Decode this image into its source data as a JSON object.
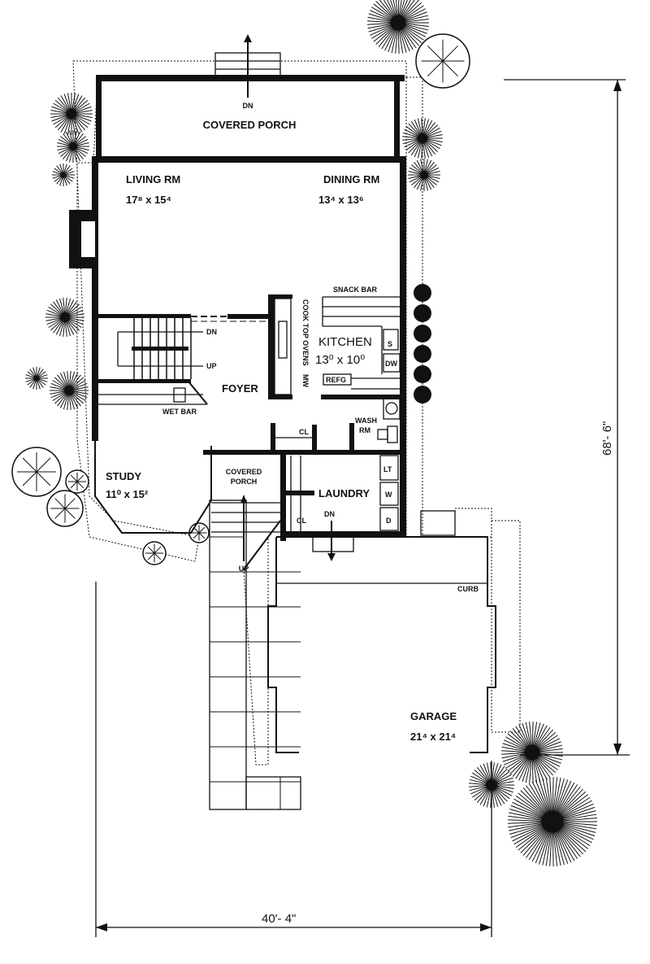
{
  "rooms": {
    "covered_porch_front": {
      "name": "COVERED PORCH",
      "stair": "DN"
    },
    "living": {
      "name": "LIVING RM",
      "size": "17⁸ x 15⁴"
    },
    "dining": {
      "name": "DINING RM",
      "size": "13⁴ x 13⁶"
    },
    "kitchen": {
      "name": "KITCHEN",
      "size": "13⁰ x 10⁰",
      "snack_bar": "SNACK BAR",
      "cooktop": "COOK TOP OVENS",
      "mw": "MW",
      "refg": "REFG",
      "dw": "DW",
      "s": "S"
    },
    "foyer": {
      "name": "FOYER",
      "dn": "DN",
      "up": "UP",
      "wet_bar": "WET BAR"
    },
    "wash_rm": {
      "name1": "WASH",
      "name2": "RM"
    },
    "study": {
      "name": "STUDY",
      "size": "11⁰ x 15²"
    },
    "covered_porch_side": {
      "name1": "COVERED",
      "name2": "PORCH",
      "up": "UP"
    },
    "laundry": {
      "name": "LAUNDRY",
      "cl1": "CL",
      "cl2": "CL",
      "dn": "DN",
      "lt": "LT",
      "w": "W",
      "d": "D"
    },
    "garage": {
      "name": "GARAGE",
      "size": "21⁴ x 21⁴",
      "curb": "CURB"
    }
  },
  "dimensions": {
    "depth": "68'- 6\"",
    "width": "40'- 4\""
  }
}
